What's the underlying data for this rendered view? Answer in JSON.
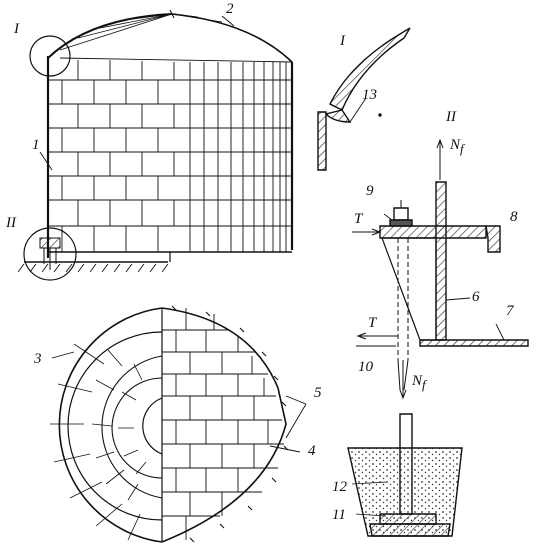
{
  "labels": {
    "detail_I_left": "I",
    "detail_II_left": "II",
    "detail_I_right": "I",
    "detail_II_right": "II",
    "n1": "1",
    "n2": "2",
    "n3": "3",
    "n4": "4",
    "n5": "5",
    "n6": "6",
    "n7": "7",
    "n8": "8",
    "n9": "9",
    "n10": "10",
    "n11": "11",
    "n12": "12",
    "n13": "13",
    "force_top": "N",
    "force_top_sub": "f",
    "force_bottom": "N",
    "force_bottom_sub": "f",
    "tension_upper": "T",
    "tension_lower": "T"
  },
  "colors": {
    "ink": "#111111",
    "hatch": "#333333",
    "fill_dark": "#555555",
    "paper": "#ffffff"
  }
}
